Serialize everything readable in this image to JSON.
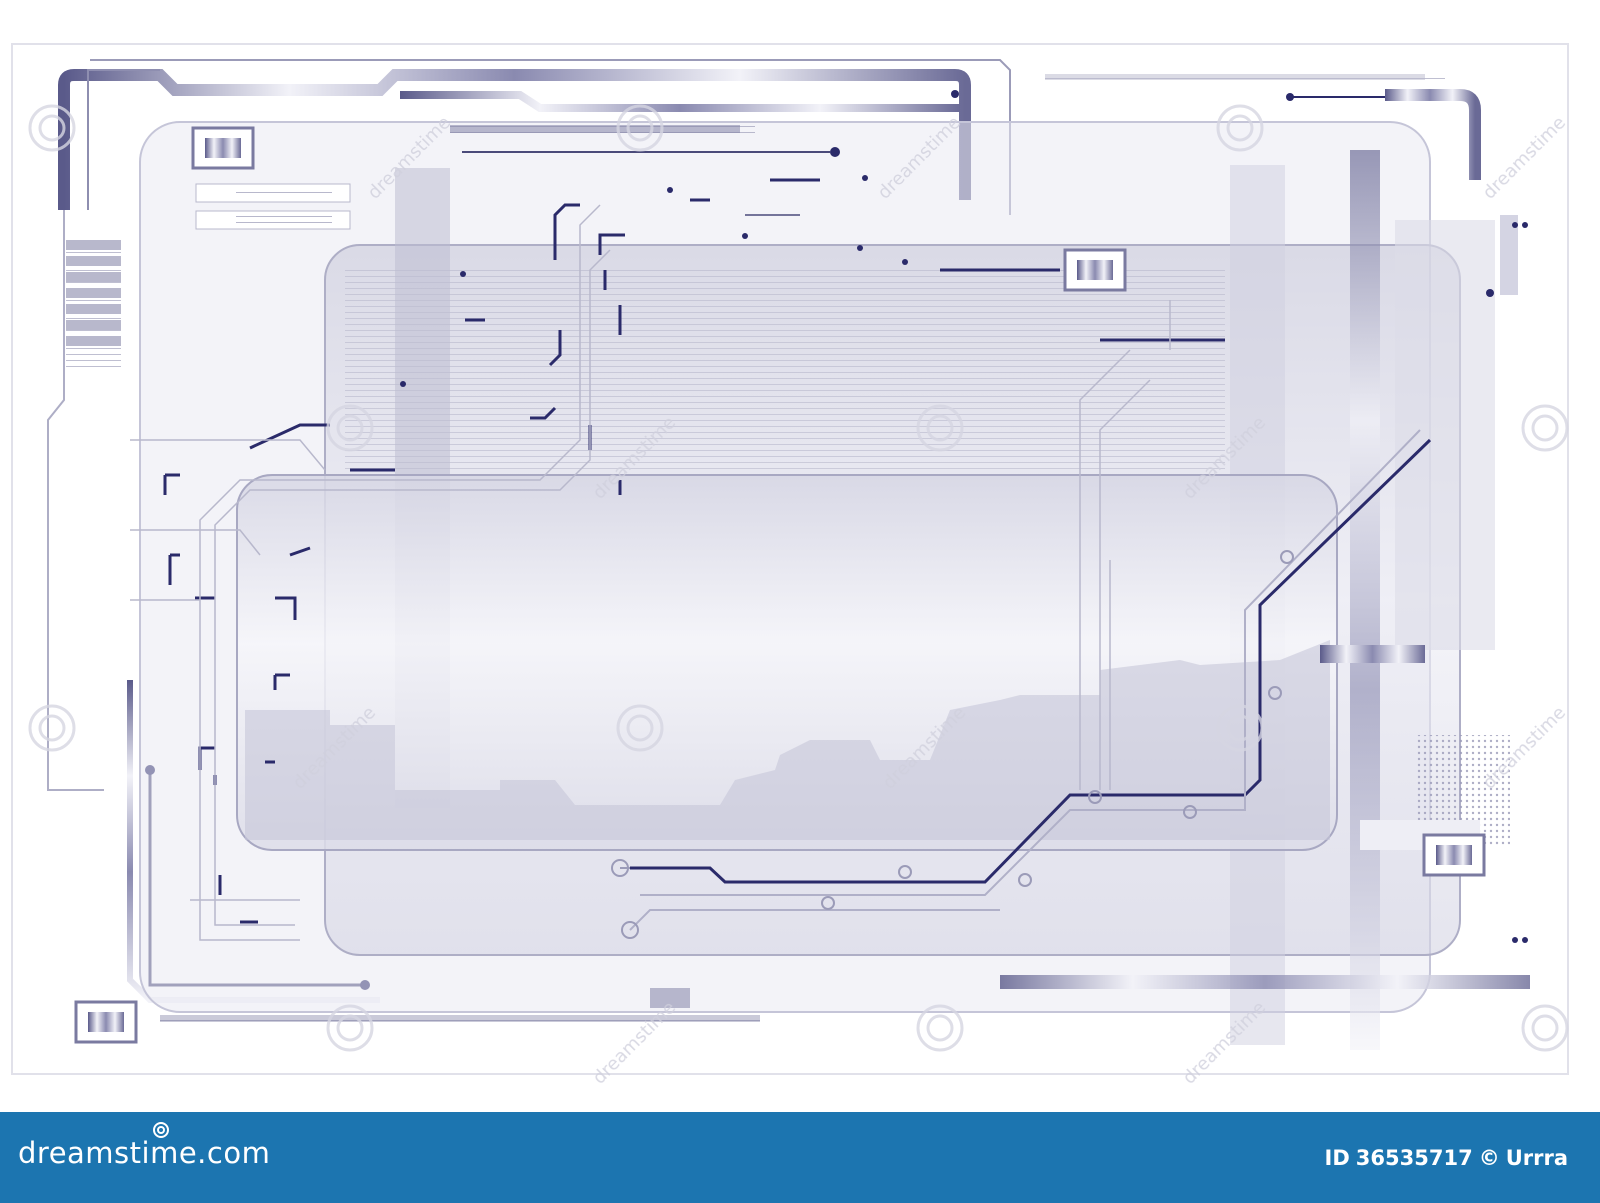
{
  "footer": {
    "logo_text": "dreamstime.com",
    "id_label": "ID",
    "id_number": "36535717",
    "copyright_symbol": "©",
    "author": "Urrra"
  },
  "watermark": {
    "text": "dreamstime"
  },
  "colors": {
    "footer_background": "#1c75b0",
    "circuit_dark": "#2a2a6a",
    "panel_fill": "#e6e6ef",
    "frame_line": "#9b9bb8",
    "metal_light": "#f2f2f8",
    "metal_dark": "#5a5a8a"
  }
}
